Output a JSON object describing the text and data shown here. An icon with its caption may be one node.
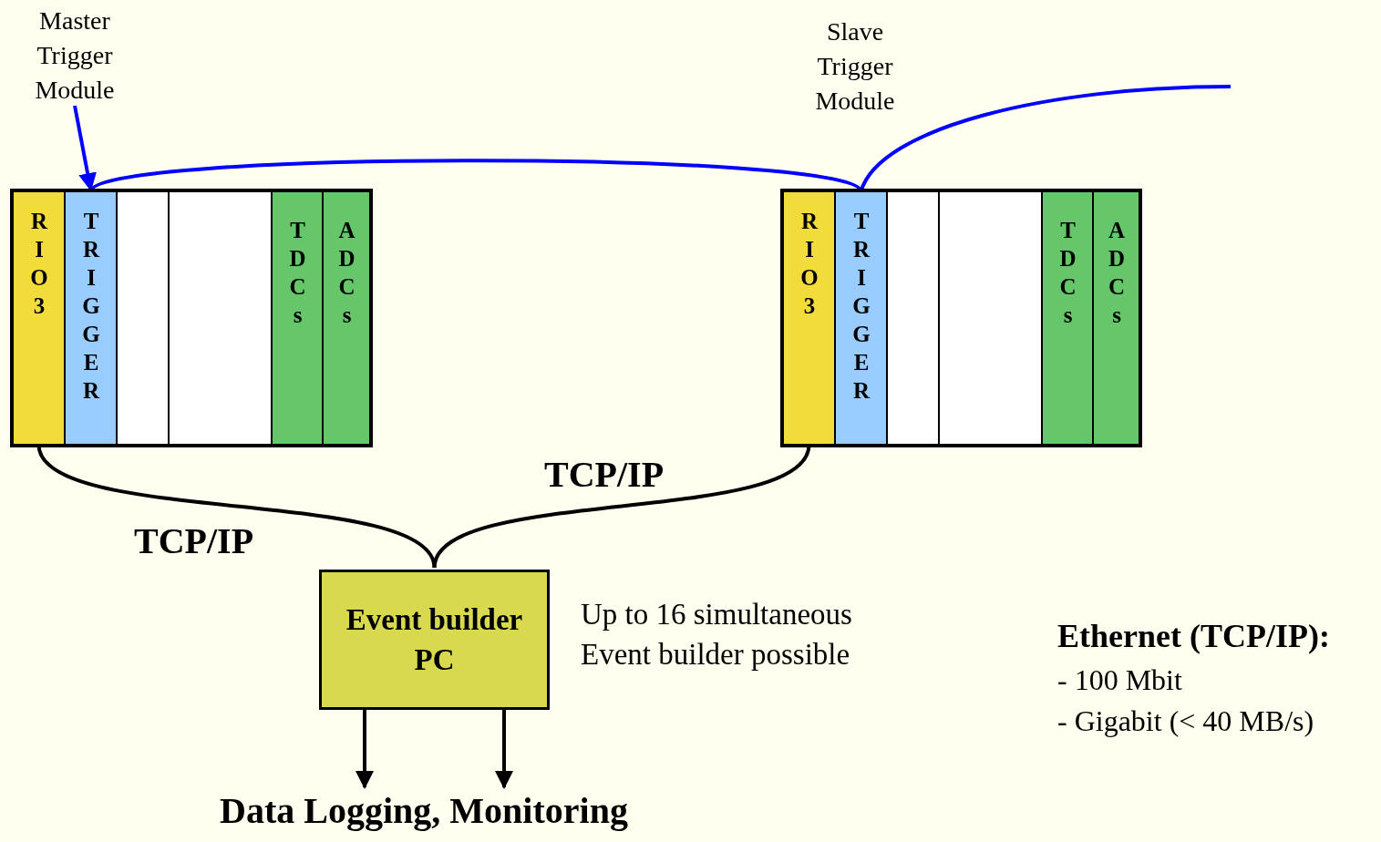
{
  "diagram": {
    "nodes": [
      {
        "text": [
          "Master Trigger Module"
        ]
      },
      {
        "text": [],
        "shape": "box"
      },
      {
        "text": [
          "RIO3"
        ],
        "in": 1
      },
      {
        "text": [
          "TRIGGER"
        ],
        "in": 1
      },
      {
        "text": [],
        "shape": "box",
        "in": 1
      },
      {
        "text": [],
        "shape": "box",
        "in": 1
      },
      {
        "text": [
          "TDCs"
        ],
        "in": 1
      },
      {
        "text": [
          "ADCs"
        ],
        "in": 1
      },
      {
        "text": [],
        "shape": "box"
      },
      {
        "text": [
          "RIO3"
        ],
        "in": 8
      },
      {
        "text": [
          "TRIGGER"
        ],
        "in": 8
      },
      {
        "text": [],
        "shape": "box",
        "in": 8
      },
      {
        "text": [],
        "shape": "box",
        "in": 8
      },
      {
        "text": [
          "TDCs"
        ],
        "in": 8
      },
      {
        "text": [
          "ADCs"
        ],
        "in": 8
      },
      {
        "text": [
          "Event builder PC"
        ],
        "beside": [
          "Up to 16 simultaneous Event builder possible"
        ]
      },
      {
        "text": [
          "Data Logging, Monitoring"
        ]
      }
    ],
    "edges": [
      {
        "from": 0,
        "to": 3,
        "arrow": "to",
        "color": "#0000ff"
      },
      {
        "from": 3,
        "to": 10,
        "arrow": "none",
        "color": "#0000ff"
      },
      {
        "from": 10,
        "to": null,
        "arrow": "none",
        "color": "#0000ff"
      },
      {
        "from": 2,
        "to": 15,
        "arrow": "none",
        "label": "TCP/IP"
      },
      {
        "from": 9,
        "to": 15,
        "arrow": "none",
        "label": "TCP/IP"
      },
      {
        "from": 15,
        "to": 16,
        "arrow": "to"
      },
      {
        "from": 15,
        "to": 16,
        "arrow": "to"
      }
    ],
    "labels": [
      "Slave Trigger Module",
      "Ethernet (TCP/IP):",
      "- 100 Mbit",
      "- Gigabit (< 40 MB/s)"
    ]
  }
}
